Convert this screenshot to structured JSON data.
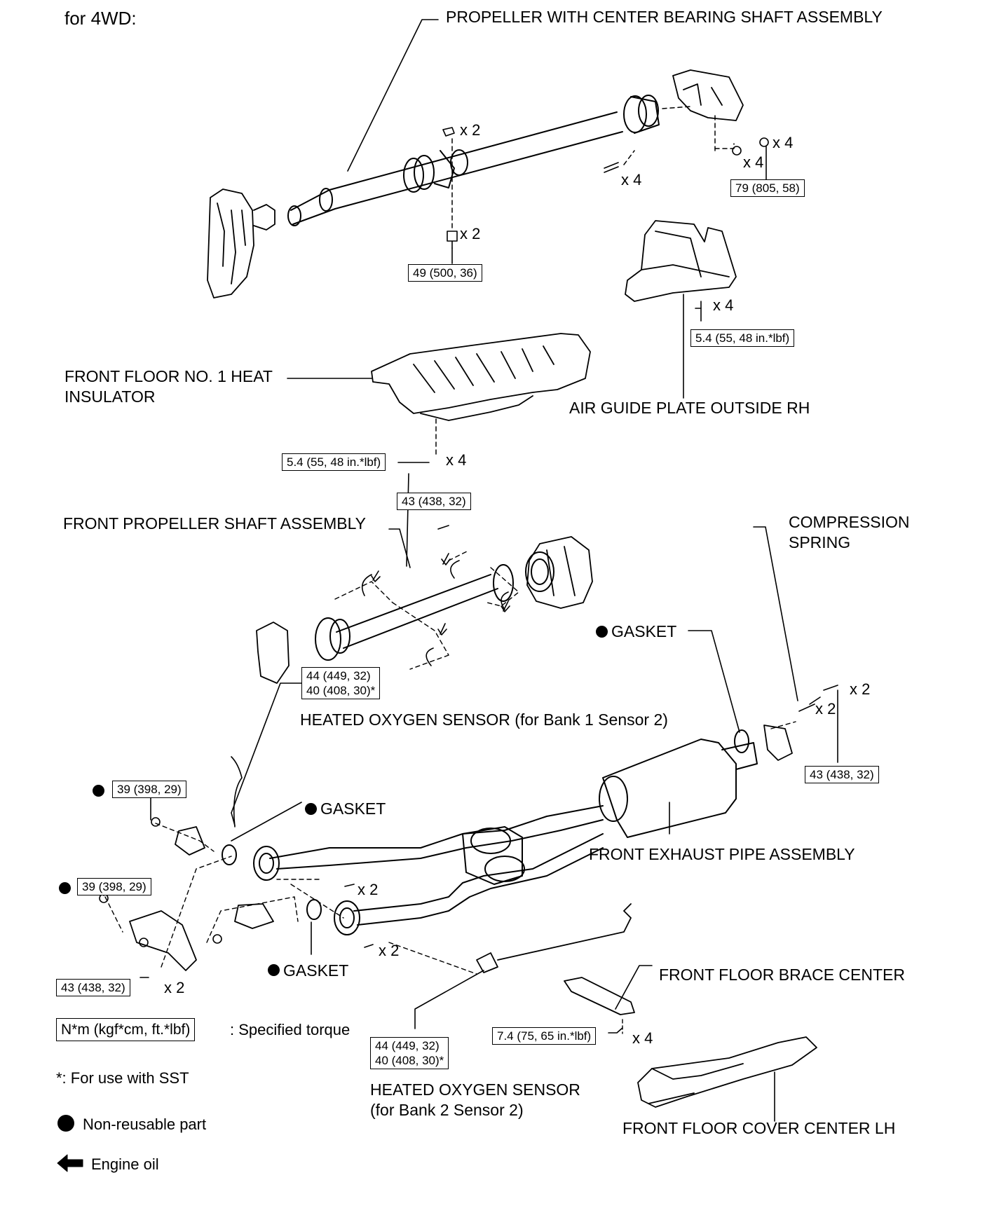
{
  "title": "for 4WD:",
  "labels": {
    "propeller_center_bearing": "PROPELLER WITH CENTER BEARING SHAFT ASSEMBLY",
    "front_floor_heat_insulator": "FRONT FLOOR NO. 1 HEAT\nINSULATOR",
    "air_guide_plate": "AIR GUIDE PLATE OUTSIDE RH",
    "front_propeller_shaft": "FRONT PROPELLER SHAFT ASSEMBLY",
    "compression_spring": "COMPRESSION\nSPRING",
    "gasket_right": "GASKET",
    "gasket_mid": "GASKET",
    "gasket_lower": "GASKET",
    "oxygen_sensor_b1": "HEATED OXYGEN SENSOR (for Bank 1 Sensor 2)",
    "front_exhaust_pipe": "FRONT EXHAUST PIPE ASSEMBLY",
    "front_floor_brace": "FRONT FLOOR BRACE CENTER",
    "oxygen_sensor_b2": "HEATED OXYGEN SENSOR\n(for Bank 2 Sensor 2)",
    "front_floor_cover": "FRONT FLOOR COVER CENTER LH"
  },
  "torques": {
    "t_79": "79 (805, 58)",
    "t_49": "49 (500, 36)",
    "t_54_air": "5.4 (55, 48 in.*lbf)",
    "t_54_heat": "5.4 (55, 48 in.*lbf)",
    "t_43_prop": "43 (438, 32)",
    "t_44_b1": "44 (449, 32)\n40 (408, 30)*",
    "t_43_spring": "43 (438, 32)",
    "t_39_a": "39 (398, 29)",
    "t_39_b": "39 (398, 29)",
    "t_43_lower": "43 (438, 32)",
    "t_44_b2": "44 (449, 32)\n40 (408, 30)*",
    "t_74": "7.4 (75, 65 in.*lbf)"
  },
  "counts": {
    "c_x2_top": "x 2",
    "c_x4_bolt": "x 4",
    "c_x4_nut": "x 4",
    "c_x4_washer": "x 4",
    "c_x2_bearing": "x 2",
    "c_x4_air": "x 4",
    "c_x4_heat": "x 4",
    "c_x2_spring_bolt": "x 2",
    "c_x2_spring": "x 2",
    "c_x2_pipe_upper": "x 2",
    "c_x2_pipe_lower": "x 2",
    "c_x2_bracket": "x 2",
    "c_x4_brace": "x 4"
  },
  "legend": {
    "torque_box": "N*m (kgf*cm, ft.*lbf)",
    "torque_text": ": Specified torque",
    "sst_note": "*: For use with SST",
    "non_reusable": "Non-reusable part",
    "engine_oil": "Engine oil"
  },
  "icons": [
    "non-reusable-dot-icon",
    "engine-oil-arrow-icon"
  ]
}
